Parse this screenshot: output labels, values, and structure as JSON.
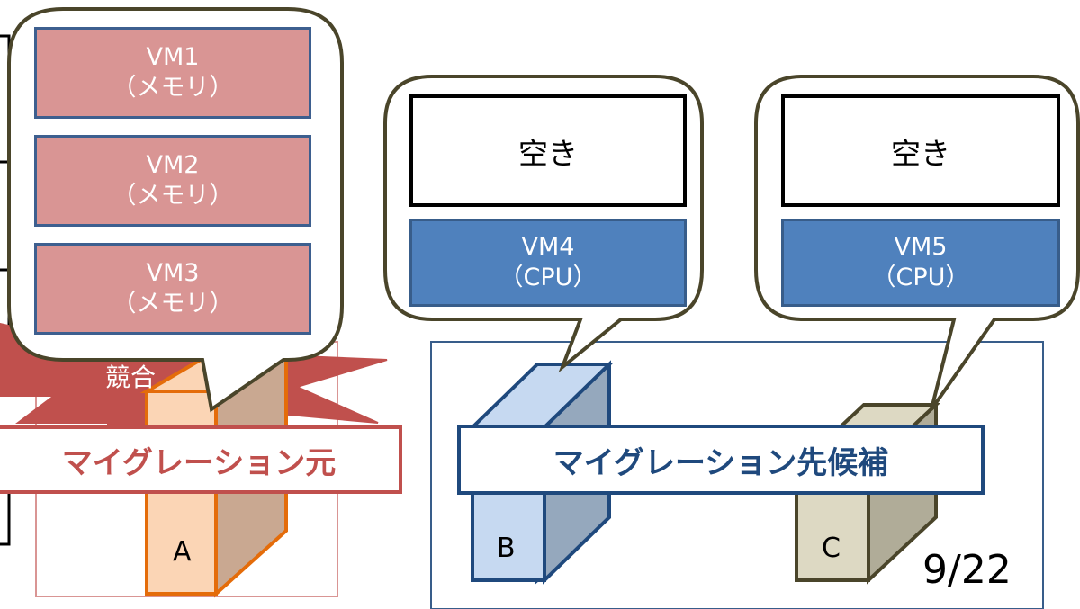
{
  "source": {
    "vms": [
      {
        "name": "VM1",
        "type": "（メモリ）"
      },
      {
        "name": "VM2",
        "type": "（メモリ）"
      },
      {
        "name": "VM3",
        "type": "（メモリ）"
      }
    ],
    "contention_label": "競合",
    "label": "マイグレーション元",
    "server": "A",
    "color": "#c0504d"
  },
  "candidates": {
    "label": "マイグレーション先候補",
    "color": "#1f497d",
    "hosts": [
      {
        "server": "B",
        "free": "空き",
        "vm_name": "VM4",
        "vm_type": "（CPU）"
      },
      {
        "server": "C",
        "free": "空き",
        "vm_name": "VM5",
        "vm_type": "（CPU）"
      }
    ]
  },
  "page_number": "9/22"
}
